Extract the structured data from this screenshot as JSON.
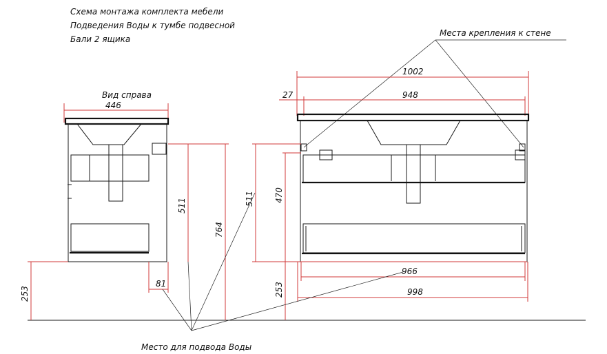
{
  "header": {
    "line1": "Схема монтажа комплекта мебели",
    "line2": "Подведения Воды к тумбе подвесной",
    "line3": "Бали 2 ящика"
  },
  "callouts": {
    "wall_mount": "Места крепления к стене",
    "water_supply": "Место для подвода Воды"
  },
  "side_view": {
    "label": "Вид справа",
    "width": "446",
    "height_511": "511",
    "height_764": "764",
    "offset_81": "81",
    "floor_253": "253"
  },
  "front_view": {
    "width_1002": "1002",
    "offset_27": "27",
    "width_948": "948",
    "height_511": "511",
    "height_470": "470",
    "floor_253": "253",
    "width_966": "966",
    "width_998": "998"
  }
}
